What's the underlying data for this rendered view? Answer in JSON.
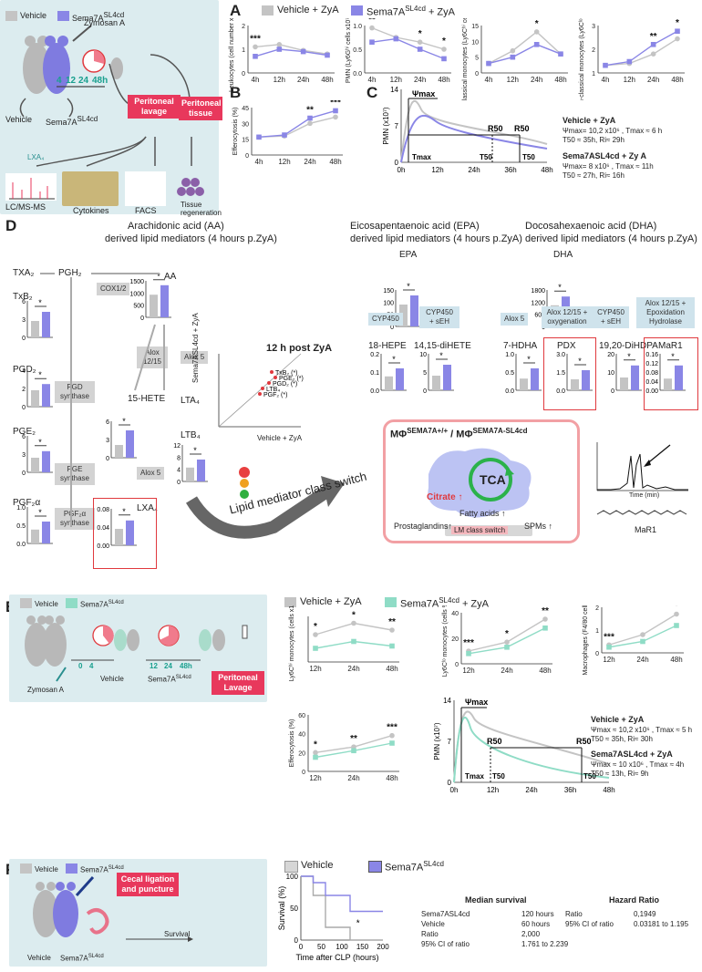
{
  "colors": {
    "vehicle": "#c4c4c4",
    "sema_blue": "#8a86e6",
    "sema_green": "#8fdcc6",
    "accent_red": "#e8385c",
    "panel_bg": "#dcecef"
  },
  "panelA": {
    "letter": "A",
    "legend_vehicle": "Vehicle + ZyA",
    "legend_sema": "Sema7A",
    "legend_sema_sup": "SL4cd",
    "legend_sema_suffix": " + ZyA",
    "x_ticks": [
      "4h",
      "12h",
      "24h",
      "48h"
    ],
    "charts": [
      {
        "ylabel": "Leukocytes (cell number x10⁷)",
        "yticks": [
          "0",
          "1",
          "2"
        ],
        "sig": [
          "***",
          "",
          "",
          ""
        ]
      },
      {
        "ylabel": "PMN (Ly6Gʰⁱ cells x10⁷)",
        "yticks": [
          "0.0",
          "0.5",
          "1.0"
        ],
        "sig": [
          "**",
          "",
          "*",
          "*"
        ]
      },
      {
        "ylabel": "Classical monocytes (Ly6Cʰⁱ cells x10⁶)",
        "yticks": [
          "0",
          "5",
          "10",
          "15"
        ],
        "sig": [
          "",
          "",
          "*",
          ""
        ]
      },
      {
        "ylabel": "Non-classical monocytes (Ly6Cˡᵒ cells x10⁶)",
        "yticks": [
          "1",
          "2",
          "3"
        ],
        "sig": [
          "",
          "",
          "**",
          "*"
        ]
      }
    ]
  },
  "chart_data": [
    {
      "type": "line",
      "title": "",
      "ylabel": "Leukocytes (cell number x10⁷)",
      "x": [
        "4h",
        "12h",
        "24h",
        "48h"
      ],
      "series": [
        {
          "name": "Vehicle + ZyA",
          "values": [
            1.1,
            1.2,
            0.95,
            0.8
          ]
        },
        {
          "name": "Sema7A SL4cd + ZyA",
          "values": [
            0.7,
            1.0,
            0.9,
            0.75
          ]
        }
      ],
      "ylim": [
        0,
        2
      ]
    },
    {
      "type": "line",
      "title": "",
      "ylabel": "PMN (Ly6Ghi cells x10⁷)",
      "x": [
        "4h",
        "12h",
        "24h",
        "48h"
      ],
      "series": [
        {
          "name": "Vehicle + ZyA",
          "values": [
            0.95,
            0.75,
            0.65,
            0.5
          ]
        },
        {
          "name": "Sema7A SL4cd + ZyA",
          "values": [
            0.65,
            0.72,
            0.5,
            0.3
          ]
        }
      ],
      "ylim": [
        0,
        1.0
      ]
    },
    {
      "type": "line",
      "title": "",
      "ylabel": "Classical monocytes (Ly6Chi cells x10⁶)",
      "x": [
        "4h",
        "12h",
        "24h",
        "48h"
      ],
      "series": [
        {
          "name": "Vehicle + ZyA",
          "values": [
            3,
            7,
            13,
            6
          ]
        },
        {
          "name": "Sema7A SL4cd + ZyA",
          "values": [
            3,
            5,
            9,
            6
          ]
        }
      ],
      "ylim": [
        0,
        15
      ]
    },
    {
      "type": "line",
      "title": "",
      "ylabel": "Non-classical monocytes (Ly6Clo cells x10⁶)",
      "x": [
        "4h",
        "12h",
        "24h",
        "48h"
      ],
      "series": [
        {
          "name": "Vehicle + ZyA",
          "values": [
            0.9,
            1.0,
            1.5,
            2.3
          ]
        },
        {
          "name": "Sema7A SL4cd + ZyA",
          "values": [
            0.9,
            1.1,
            2.0,
            2.7
          ]
        }
      ],
      "ylim": [
        0.5,
        3
      ]
    },
    {
      "type": "line",
      "title": "",
      "ylabel": "Efferocytosis (%)",
      "x": [
        "4h",
        "12h",
        "24h",
        "48h"
      ],
      "series": [
        {
          "name": "Vehicle + ZyA",
          "values": [
            17,
            18,
            30,
            36
          ]
        },
        {
          "name": "Sema7A SL4cd + ZyA",
          "values": [
            17,
            19,
            35,
            42
          ]
        }
      ],
      "ylim": [
        0,
        50
      ]
    },
    {
      "type": "line",
      "title": "",
      "ylabel": "Ly6Chi monocytes (cells x10⁶)",
      "x": [
        "12h",
        "24h",
        "48h"
      ],
      "series": [
        {
          "name": "Vehicle + ZyA",
          "values": [
            0.6,
            0.85,
            0.7
          ]
        },
        {
          "name": "Sema7A SL4cd + ZyA",
          "values": [
            0.3,
            0.45,
            0.35
          ]
        }
      ]
    },
    {
      "type": "line",
      "title": "",
      "ylabel": "Ly6Clo monocytes (cells %)",
      "x": [
        "12h",
        "24h",
        "48h"
      ],
      "series": [
        {
          "name": "Vehicle + ZyA",
          "values": [
            10,
            17,
            35
          ]
        },
        {
          "name": "Sema7A SL4cd + ZyA",
          "values": [
            8,
            13,
            28
          ]
        }
      ],
      "ylim": [
        0,
        40
      ]
    },
    {
      "type": "line",
      "title": "",
      "ylabel": "Macrophages (F4/80 cells x10⁶)",
      "x": [
        "12h",
        "24h",
        "48h"
      ],
      "series": [
        {
          "name": "Vehicle + ZyA",
          "values": [
            0.35,
            0.8,
            1.7
          ]
        },
        {
          "name": "Sema7A SL4cd + ZyA",
          "values": [
            0.25,
            0.5,
            1.2
          ]
        }
      ],
      "ylim": [
        0,
        2
      ]
    },
    {
      "type": "line",
      "title": "",
      "ylabel": "Efferocytosis (%)",
      "x": [
        "12h",
        "24h",
        "48h"
      ],
      "series": [
        {
          "name": "Vehicle + ZyA",
          "values": [
            20,
            26,
            38
          ]
        },
        {
          "name": "Sema7A SL4cd + ZyA",
          "values": [
            15,
            22,
            30
          ]
        }
      ],
      "ylim": [
        0,
        60
      ]
    },
    {
      "type": "line",
      "title": "",
      "ylabel": "Survival (%)",
      "xlabel": "Time after CLP (hours)",
      "x": [
        0,
        30,
        60,
        120,
        200
      ],
      "series": [
        {
          "name": "Vehicle",
          "values": [
            100,
            70,
            20,
            0,
            0
          ]
        },
        {
          "name": "Sema7A SL4cd",
          "values": [
            100,
            90,
            70,
            45,
            45
          ]
        }
      ],
      "ylim": [
        0,
        100
      ]
    }
  ],
  "panelB": {
    "letter": "B",
    "ylabel": "Efferocytosis (%)",
    "yticks": [
      "0",
      "15",
      "30",
      "45"
    ],
    "x_ticks": [
      "4h",
      "12h",
      "24h",
      "48h"
    ],
    "sig": [
      "",
      "",
      "**",
      "***"
    ]
  },
  "panelC": {
    "letter": "C",
    "ylabel": "PMN (x10⁷)",
    "yticks": [
      "0",
      "7",
      "14"
    ],
    "x_ticks": [
      "0h",
      "12h",
      "24h",
      "36h",
      "48h"
    ],
    "psi": "Ψmax",
    "tmax": "Tmax",
    "r50": "R50",
    "t50": "T50",
    "veh_title": "Vehicle + ZyA",
    "veh_l1": "Ψmax= 10,2 x10⁶ , Tmax ≈  6 h",
    "veh_l2": "T50 ≈ 35h,  Ri≈ 29h",
    "sema_title": "Sema7ASL4cd + Zy A",
    "sema_l1": "Ψmax= 8 x10⁶ , Tmax ≈  11h",
    "sema_l2": "T50 ≈ 27h,  Ri≈ 16h"
  },
  "panelTopLeft": {
    "vehicle": "Vehicle",
    "sema": "Sema7A",
    "sema_sup": "SL4cd",
    "zymosan": "Zymosan A",
    "times": [
      "4",
      "12",
      "24",
      "48h"
    ],
    "lavage": "Peritoneal lavage",
    "tissue": "Peritoneal tissue",
    "lcms": "LC/MS-MS",
    "cytokines": "Cytokines",
    "facs": "FACS",
    "tissue_regen": "Tissue regeneration",
    "lxa": "LXA₄"
  },
  "panelD": {
    "letter": "D",
    "aa_title": "Arachidonic acid (AA)",
    "aa_sub": "derived lipid mediators (4 hours p.ZyA)",
    "epa_title": "Eicosapentaenoic acid (EPA)",
    "epa_sub": "derived lipid mediators (4 hours p.ZyA)",
    "dha_title": "Docosahexaenoic acid (DHA)",
    "dha_sub": "derived lipid mediators (4 hours p.ZyA)",
    "txa2": "TXA₂",
    "pgh2": "PGH₂",
    "aa": "AA",
    "cox": "COX1/2",
    "txb2": "TxB₂",
    "pgd2": "PGD₂",
    "pge2": "PGE₂",
    "pgf2a": "PGF₂α",
    "pgd_synth": "PGD synthase",
    "pge_synth": "PGE synthase",
    "pgf_synth": "PGF₂α synthase",
    "alox1215": "Alox 12/15",
    "alox5": "Alox 5",
    "hete15": "15-HETE",
    "lta4": "LTA₄",
    "ltb4": "LTB₄",
    "lxa4": "LXA₄",
    "alox5b": "Alox 5",
    "scatter_title": "12 h post ZyA",
    "scatter_x": "Vehicle + ZyA",
    "scatter_y": "Sema7ASL4cd + ZyA",
    "scatter_labels": [
      "TxB₂ (*)",
      "PGE₂ (*)",
      "PGD₂ (*)",
      "LTB₄",
      "PGF₂ (*)"
    ],
    "switch": "Lipid mediator class switch",
    "epa": "EPA",
    "cyp450": "CYP450",
    "cyp450seh": "CYP450 + sEH",
    "hepe18": "18-HEPE",
    "dihete": "14,15-diHETE",
    "dha": "DHA",
    "alox5c": "Alox 5",
    "alox1215ox": "Alox 12/15 + oxygenation",
    "cyp450seh2": "CYP450 + sEH",
    "alox1215ep": "Alox 12/15 + Epoxidation Hydrolase",
    "hdha7": "7-HDHA",
    "pdx": "PDX",
    "dihdpa": "19,20-DiHDPA",
    "mar1": "MaR1",
    "mphi_title": "MΦ",
    "tca": "TCA",
    "citrate": "Citrate ↑",
    "fatty": "Fatty acids ↑",
    "prosta": "Prostaglandins↑",
    "spms": "SPMs ↑",
    "lm_switch": "LM class switch",
    "chrom_x": "Time (min)",
    "mar1_struct": "MaR1",
    "bar_ticks": {
      "aa": [
        "0",
        "500",
        "1000",
        "1500"
      ],
      "txb2": [
        "0",
        "3",
        "6"
      ],
      "pgd2": [
        "0",
        "2",
        "4"
      ],
      "pge2": [
        "0",
        "3",
        "6"
      ],
      "pgf2a": [
        "0.0",
        "0.5",
        "1.0"
      ],
      "hete15": [
        "0",
        "3",
        "6"
      ],
      "ltb4": [
        "0",
        "4",
        "8",
        "12"
      ],
      "lxa4": [
        "0.00",
        "0.04",
        "0.08"
      ],
      "epa": [
        "0",
        "50",
        "100",
        "150"
      ],
      "hepe18": [
        "0.0",
        "0.1",
        "0.2"
      ],
      "dihete": [
        "0",
        "5",
        "10"
      ],
      "dha": [
        "0",
        "600",
        "1200",
        "1800"
      ],
      "hdha7": [
        "0.0",
        "0.5",
        "1.0"
      ],
      "pdx": [
        "0.0",
        "1.5",
        "3.0"
      ],
      "dihdpa": [
        "0",
        "10",
        "20"
      ],
      "mar1": [
        "0.00",
        "0.04",
        "0.08",
        "0.12",
        "0.16"
      ]
    }
  },
  "panelE": {
    "letter": "E",
    "vehicle": "Vehicle",
    "sema": "Sema7A",
    "sema_sup": "SL4cd",
    "legend_vehicle": "Vehicle + ZyA",
    "legend_sema_suffix": " + ZyA",
    "times_a": [
      "0",
      "4"
    ],
    "times_b": [
      "12",
      "24",
      "48h"
    ],
    "zymosan": "Zymosan A",
    "vehicle2": "Vehicle",
    "lavage": "Peritoneal Lavage",
    "x_ticks": [
      "12h",
      "24h",
      "48h"
    ],
    "ly6chi_label": "Ly6Cʰⁱ monocytes (cells x10⁶)",
    "ly6chi_sig": [
      "*",
      "*",
      "**"
    ],
    "ly6clo_label": "Ly6Cˡᵒ monocytes (cells %)",
    "ly6clo_ticks": [
      "0",
      "20",
      "40"
    ],
    "ly6clo_sig": [
      "***",
      "*",
      "**"
    ],
    "macro_label": "Macrophages (F4/80 cells x10⁶)",
    "macro_ticks": [
      "0",
      "1",
      "2"
    ],
    "macro_sig": [
      "***",
      "",
      "*"
    ],
    "effero_label": "Efferocytosis (%)",
    "effero_ticks": [
      "0",
      "20",
      "40",
      "60"
    ],
    "effero_sig": [
      "*",
      "**",
      "***"
    ],
    "pmn_label": "PMN (x10⁷)",
    "pmn_ticks": [
      "0",
      "7",
      "14"
    ],
    "pmn_x": [
      "0h",
      "12h",
      "24h",
      "36h",
      "48h"
    ],
    "veh_title": "Vehicle + ZyA",
    "veh_l1": "Ψmax ≈ 10,2 x10⁶ , Tmax ≈  5 h",
    "veh_l2": "T50 ≈ 35h,  Ri≈ 30h",
    "sema_title": "Sema7ASL4cd + ZyA",
    "sema_l1": "Ψmax ≈ 10 x10⁶ , Tmax ≈  4h",
    "sema_l2": "T50 ≈ 13h,  Ri≈ 9h"
  },
  "panelF": {
    "letter": "F",
    "vehicle": "Vehicle",
    "sema": "Sema7A",
    "sema_sup": "SL4cd",
    "clp": "Cecal ligation and puncture",
    "survival": "Survival",
    "legend_vehicle": "Vehicle",
    "ylabel": "Survival (%)",
    "xlabel": "Time after CLP (hours)",
    "yticks": [
      "0",
      "50",
      "100"
    ],
    "xticks": [
      "0",
      "50",
      "100",
      "150",
      "200"
    ],
    "median_title": "Median survival",
    "median_rows": [
      [
        "Sema7ASL4cd",
        "120 hours"
      ],
      [
        "Vehicle",
        "60 hours"
      ],
      [
        "Ratio",
        "2,000"
      ],
      [
        "95% CI of ratio",
        "1.761 to 2.239"
      ]
    ],
    "hazard_title": "Hazard Ratio",
    "hazard_rows": [
      [
        "Ratio",
        "0,1949"
      ],
      [
        "95% CI of ratio",
        "0.03181 to 1.195"
      ]
    ]
  }
}
